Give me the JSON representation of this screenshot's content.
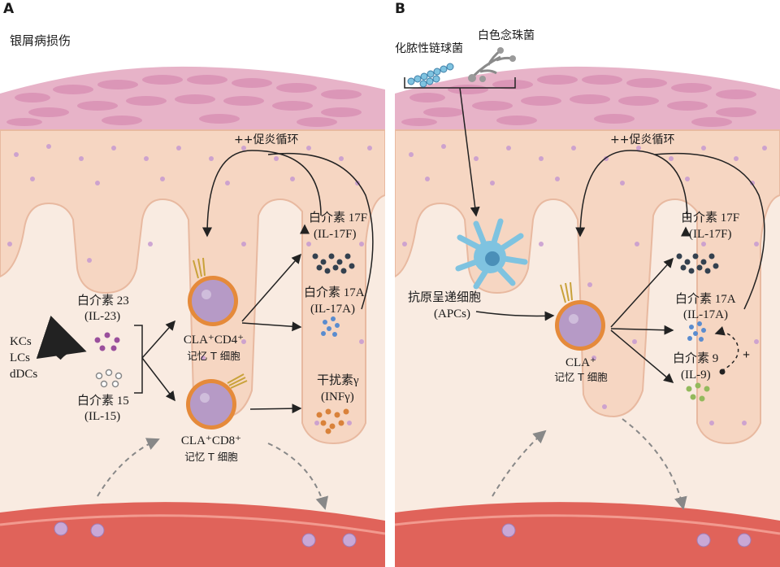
{
  "panel_a": {
    "letter": "A",
    "title": "银屑病损伤",
    "cycle": "++促炎循环",
    "il17f_cn": "白介素 17F",
    "il17f_abbr": "(IL-17F)",
    "il17a_cn": "白介素 17A",
    "il17a_abbr": "(IL-17A)",
    "ifn_cn": "干扰素γ",
    "ifn_abbr": "(INFγ)",
    "il23_cn": "白介素 23",
    "il23_abbr": "(IL-23)",
    "il15_cn": "白介素 15",
    "il15_abbr": "(IL-15)",
    "source_cells": [
      "KCs",
      "LCs",
      "dDCs"
    ],
    "cd4_cell_label": "CLA⁺CD4⁺",
    "cd4_cell_sub": "记忆 T 细胞",
    "cd8_cell_label": "CLA⁺CD8⁺",
    "cd8_cell_sub": "记忆 T 细胞"
  },
  "panel_b": {
    "letter": "B",
    "strep": "化脓性链球菌",
    "candida": "白色念珠菌",
    "cycle": "++促炎循环",
    "il17f_cn": "白介素 17F",
    "il17f_abbr": "(IL-17F)",
    "il17a_cn": "白介素 17A",
    "il17a_abbr": "(IL-17A)",
    "il9_cn": "白介素 9",
    "il9_abbr": "(IL-9)",
    "apc_cn": "抗原呈递细胞",
    "apc_abbr": "(APCs)",
    "cla_cell_label": "CLA⁺",
    "cla_cell_sub": "记忆 T 细胞",
    "plus_sign": "+"
  },
  "colors": {
    "skin_top": "#e9b4c9",
    "skin_cell": "#d68bb0",
    "epidermis": "#f6d7c4",
    "dermis": "#f8e8dc",
    "tcell_ring": "#e58a3a",
    "tcell_body": "#b69ac6",
    "vessel": "#e0635a",
    "apc": "#7fc3e0",
    "dots_dark": "#34414f",
    "dots_blue": "#5a8ccf",
    "dots_orange": "#d9823a",
    "dots_purple": "#9a4f9c",
    "dots_gray": "#aaaaaa",
    "dots_green": "#93b95c"
  }
}
